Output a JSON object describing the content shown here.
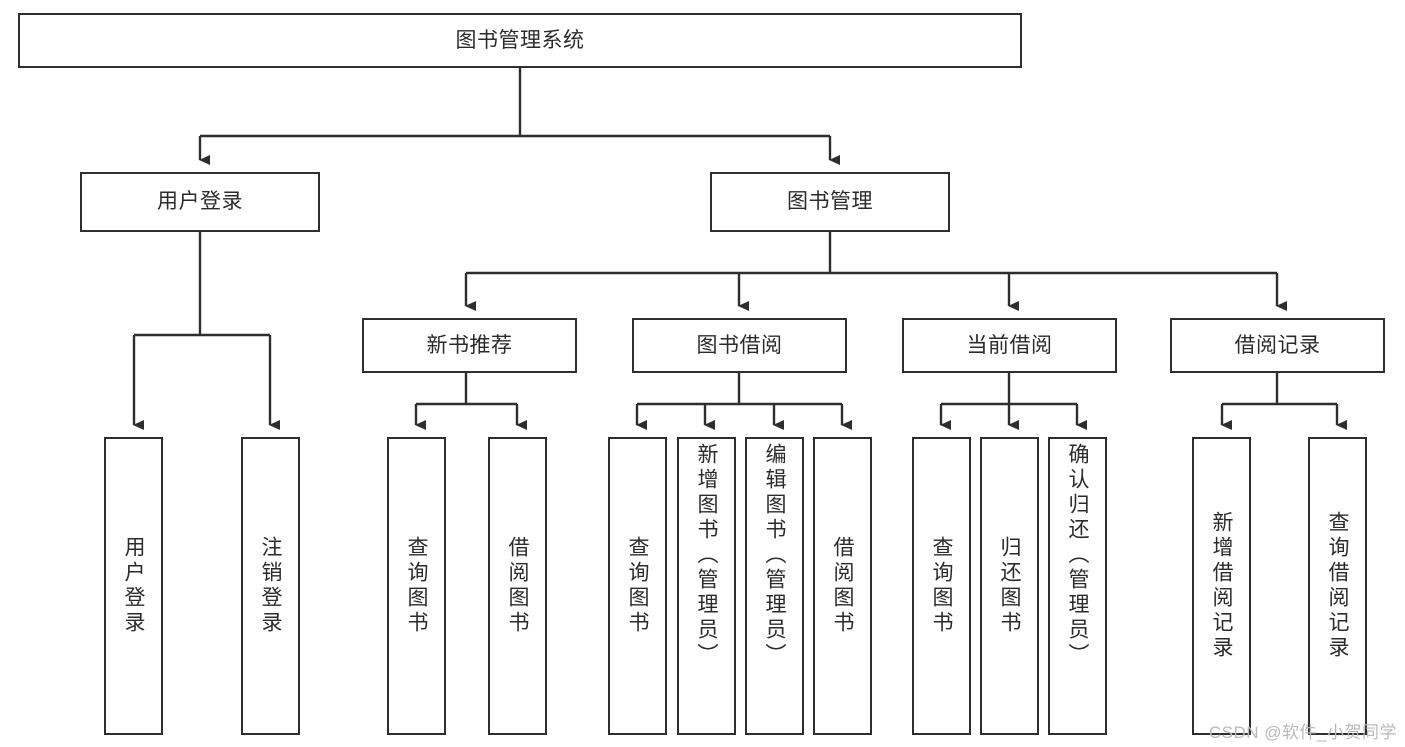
{
  "diagram": {
    "type": "tree",
    "title": "图书管理系统",
    "orientation": "top-down",
    "colors": {
      "border": "#2e2e2e",
      "box_fill": "#ffffff",
      "text": "#2b2b2b",
      "connector": "#2e2e2e",
      "watermark": "#b9b9b9",
      "canvas": "#ffffff"
    },
    "root": {
      "id": "root",
      "label": "图书管理系统"
    },
    "level2": [
      {
        "id": "user-login",
        "label": "用户登录"
      },
      {
        "id": "book-management",
        "label": "图书管理"
      }
    ],
    "level3": [
      {
        "id": "new-book-recommend",
        "label": "新书推荐",
        "parent": "book-management"
      },
      {
        "id": "book-borrow",
        "label": "图书借阅",
        "parent": "book-management"
      },
      {
        "id": "current-borrow",
        "label": "当前借阅",
        "parent": "book-management"
      },
      {
        "id": "borrow-record",
        "label": "借阅记录",
        "parent": "book-management"
      }
    ],
    "leaves": [
      {
        "id": "leaf-user-login",
        "label": "用户登录",
        "parent": "user-login",
        "align": "center"
      },
      {
        "id": "leaf-user-logout",
        "label": "注销登录",
        "parent": "user-login",
        "align": "center"
      },
      {
        "id": "leaf-query-book-1",
        "label": "查询图书",
        "parent": "new-book-recommend",
        "align": "center"
      },
      {
        "id": "leaf-borrow-book-1",
        "label": "借阅图书",
        "parent": "new-book-recommend",
        "align": "center"
      },
      {
        "id": "leaf-query-book-2",
        "label": "查询图书",
        "parent": "book-borrow",
        "align": "center"
      },
      {
        "id": "leaf-add-book",
        "label": "新增图书（管理员）",
        "parent": "book-borrow",
        "align": "top"
      },
      {
        "id": "leaf-edit-book",
        "label": "编辑图书（管理员）",
        "parent": "book-borrow",
        "align": "top"
      },
      {
        "id": "leaf-borrow-book-2",
        "label": "借阅图书",
        "parent": "book-borrow",
        "align": "center"
      },
      {
        "id": "leaf-query-book-3",
        "label": "查询图书",
        "parent": "current-borrow",
        "align": "center"
      },
      {
        "id": "leaf-return-book",
        "label": "归还图书",
        "parent": "current-borrow",
        "align": "center"
      },
      {
        "id": "leaf-confirm-return",
        "label": "确认归还（管理员）",
        "parent": "current-borrow",
        "align": "top"
      },
      {
        "id": "leaf-add-record",
        "label": "新增借阅记录",
        "parent": "borrow-record",
        "align": "center"
      },
      {
        "id": "leaf-query-record",
        "label": "查询借阅记录",
        "parent": "borrow-record",
        "align": "center"
      }
    ]
  },
  "watermark": {
    "text": "CSDN @软件_小贺同学"
  }
}
